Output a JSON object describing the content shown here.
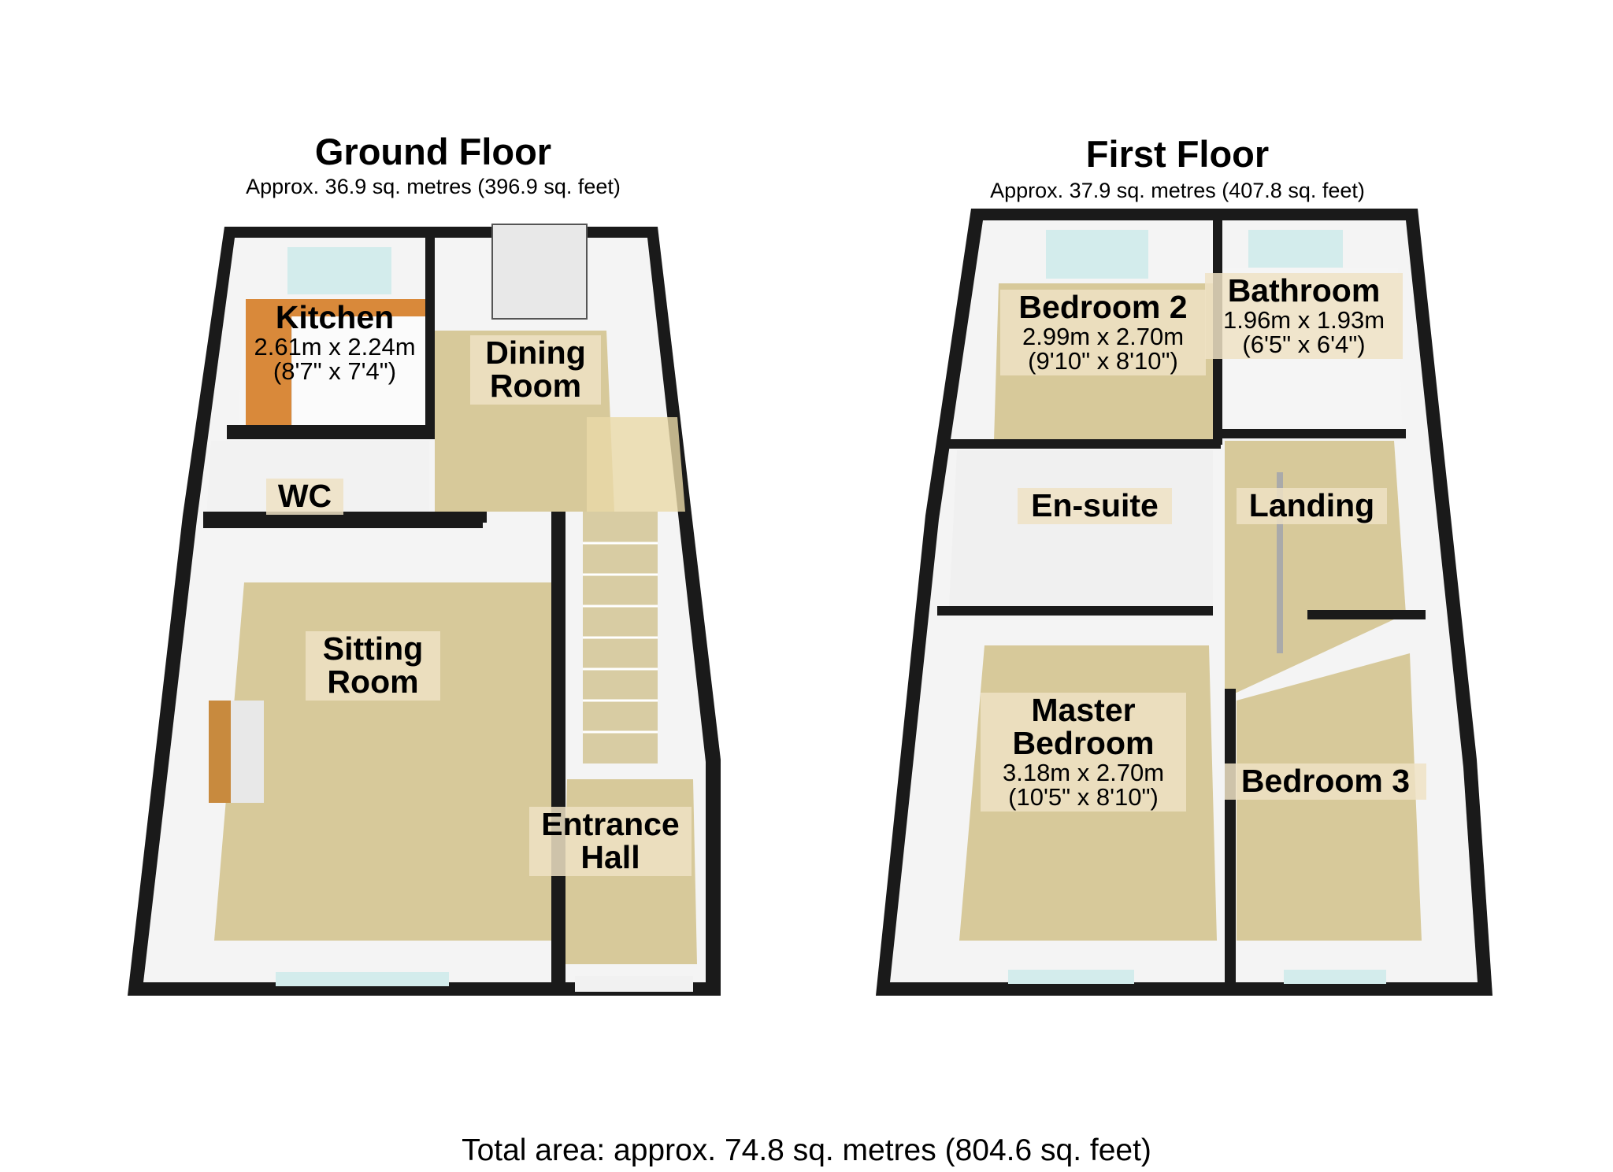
{
  "ground_floor": {
    "title": "Ground Floor",
    "area": "Approx. 36.9 sq. metres (396.9 sq. feet)",
    "rooms": {
      "kitchen": {
        "name": "Kitchen",
        "metric": "2.61m x 2.24m",
        "imperial": "(8'7\" x 7'4\")"
      },
      "dining": {
        "name1": "Dining",
        "name2": "Room"
      },
      "wc": {
        "name": "WC"
      },
      "sitting": {
        "name1": "Sitting",
        "name2": "Room"
      },
      "hall": {
        "name1": "Entrance",
        "name2": "Hall"
      }
    }
  },
  "first_floor": {
    "title": "First Floor",
    "area": "Approx. 37.9 sq. metres (407.8 sq. feet)",
    "rooms": {
      "bedroom2": {
        "name": "Bedroom 2",
        "metric": "2.99m x 2.70m",
        "imperial": "(9'10\" x 8'10\")"
      },
      "bathroom": {
        "name": "Bathroom",
        "metric": "1.96m x 1.93m",
        "imperial": "(6'5\" x 6'4\")"
      },
      "ensuite": {
        "name": "En-suite"
      },
      "landing": {
        "name": "Landing"
      },
      "master": {
        "name1": "Master",
        "name2": "Bedroom",
        "metric": "3.18m x 2.70m",
        "imperial": "(10'5\" x 8'10\")"
      },
      "bedroom3": {
        "name": "Bedroom 3"
      }
    }
  },
  "total_area": "Total area: approx. 74.8 sq. metres (804.6 sq. feet)"
}
